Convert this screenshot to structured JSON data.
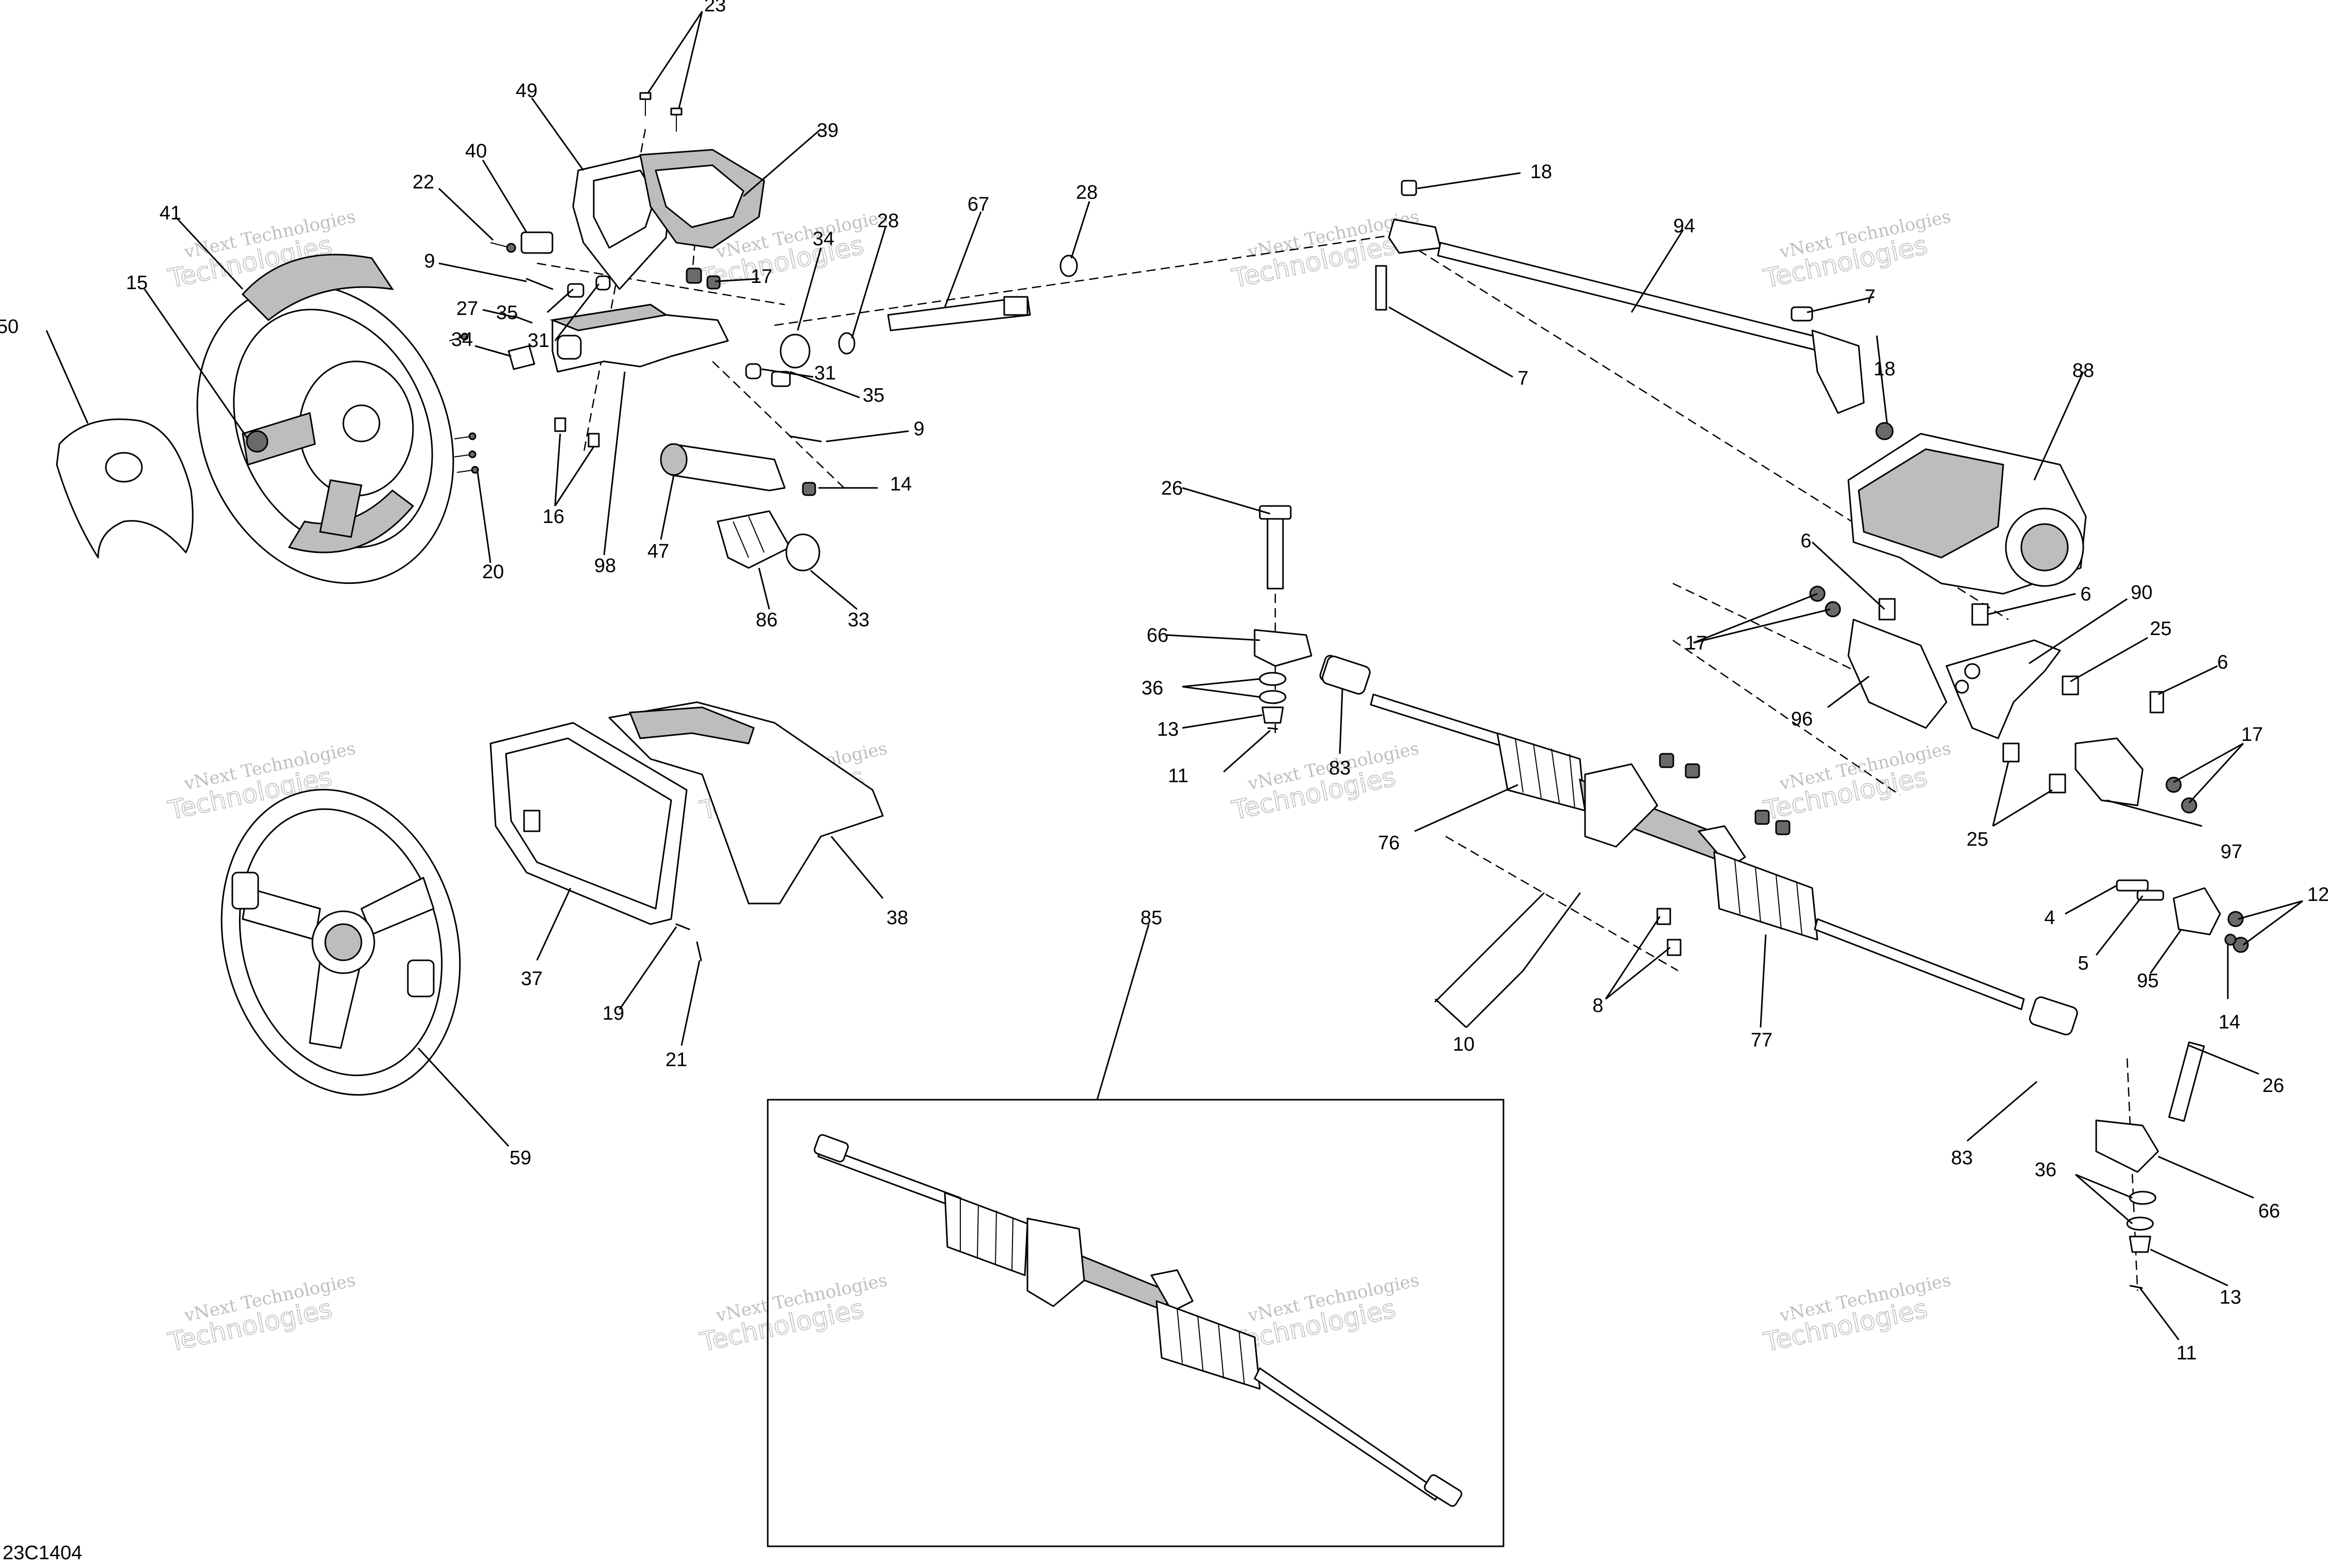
{
  "diagram_code": "23C1404",
  "watermark": {
    "line1": "vNext Technologies",
    "line2": "Technologies"
  },
  "callouts": [
    {
      "id": "23a",
      "label": "23"
    },
    {
      "id": "49",
      "label": "49"
    },
    {
      "id": "39",
      "label": "39"
    },
    {
      "id": "40",
      "label": "40"
    },
    {
      "id": "22",
      "label": "22"
    },
    {
      "id": "41",
      "label": "41"
    },
    {
      "id": "9a",
      "label": "9"
    },
    {
      "id": "34a",
      "label": "34"
    },
    {
      "id": "28a",
      "label": "28"
    },
    {
      "id": "67",
      "label": "67"
    },
    {
      "id": "28b",
      "label": "28"
    },
    {
      "id": "17a",
      "label": "17"
    },
    {
      "id": "35a",
      "label": "35"
    },
    {
      "id": "27",
      "label": "27"
    },
    {
      "id": "31a",
      "label": "31"
    },
    {
      "id": "34b",
      "label": "34"
    },
    {
      "id": "50",
      "label": "50"
    },
    {
      "id": "15",
      "label": "15"
    },
    {
      "id": "31b",
      "label": "31"
    },
    {
      "id": "35b",
      "label": "35"
    },
    {
      "id": "9b",
      "label": "9"
    },
    {
      "id": "14a",
      "label": "14"
    },
    {
      "id": "16",
      "label": "16"
    },
    {
      "id": "20",
      "label": "20"
    },
    {
      "id": "98",
      "label": "98"
    },
    {
      "id": "47",
      "label": "47"
    },
    {
      "id": "86",
      "label": "86"
    },
    {
      "id": "33",
      "label": "33"
    },
    {
      "id": "18a",
      "label": "18"
    },
    {
      "id": "94",
      "label": "94"
    },
    {
      "id": "7a",
      "label": "7"
    },
    {
      "id": "7b",
      "label": "7"
    },
    {
      "id": "18b",
      "label": "18"
    },
    {
      "id": "88",
      "label": "88"
    },
    {
      "id": "26a",
      "label": "26"
    },
    {
      "id": "66a",
      "label": "66"
    },
    {
      "id": "36a",
      "label": "36"
    },
    {
      "id": "13a",
      "label": "13"
    },
    {
      "id": "11a",
      "label": "11"
    },
    {
      "id": "83a",
      "label": "83"
    },
    {
      "id": "6a",
      "label": "6"
    },
    {
      "id": "6b",
      "label": "6"
    },
    {
      "id": "90",
      "label": "90"
    },
    {
      "id": "17b",
      "label": "17"
    },
    {
      "id": "25a",
      "label": "25"
    },
    {
      "id": "6c",
      "label": "6"
    },
    {
      "id": "96",
      "label": "96"
    },
    {
      "id": "17c",
      "label": "17"
    },
    {
      "id": "76",
      "label": "76"
    },
    {
      "id": "25b",
      "label": "25"
    },
    {
      "id": "97",
      "label": "97"
    },
    {
      "id": "12",
      "label": "12"
    },
    {
      "id": "4",
      "label": "4"
    },
    {
      "id": "5",
      "label": "5"
    },
    {
      "id": "95",
      "label": "95"
    },
    {
      "id": "14b",
      "label": "14"
    },
    {
      "id": "8",
      "label": "8"
    },
    {
      "id": "10",
      "label": "10"
    },
    {
      "id": "77",
      "label": "77"
    },
    {
      "id": "26b",
      "label": "26"
    },
    {
      "id": "83b",
      "label": "83"
    },
    {
      "id": "36b",
      "label": "36"
    },
    {
      "id": "66b",
      "label": "66"
    },
    {
      "id": "13b",
      "label": "13"
    },
    {
      "id": "11b",
      "label": "11"
    },
    {
      "id": "85",
      "label": "85"
    },
    {
      "id": "37",
      "label": "37"
    },
    {
      "id": "38",
      "label": "38"
    },
    {
      "id": "19",
      "label": "19"
    },
    {
      "id": "21",
      "label": "21"
    },
    {
      "id": "59",
      "label": "59"
    }
  ]
}
